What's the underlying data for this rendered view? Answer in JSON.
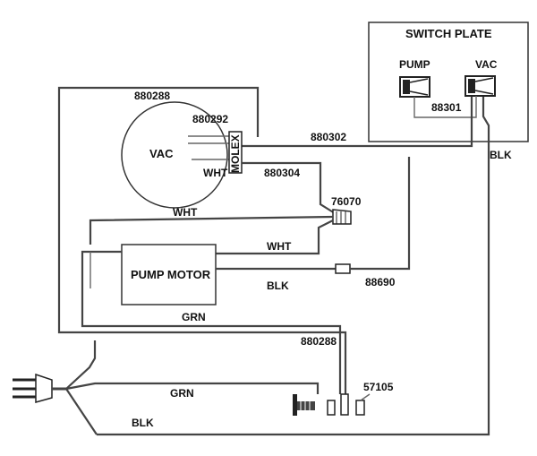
{
  "labels": {
    "switch_plate": "SWITCH PLATE",
    "pump": "PUMP",
    "vac_switch": "VAC",
    "part_88301": "88301",
    "blk_right": "BLK",
    "part_880288_top": "880288",
    "part_880292": "880292",
    "vac_motor": "VAC",
    "molex": "MOLEX",
    "wht_vac": "WHT",
    "part_880302": "880302",
    "part_880304": "880304",
    "part_76070": "76070",
    "wht_top": "WHT",
    "wht_pump": "WHT",
    "pump_motor": "PUMP MOTOR",
    "blk_pump": "BLK",
    "part_88690": "88690",
    "grn_mid": "GRN",
    "part_880288_bottom": "880288",
    "part_57105": "57105",
    "grn_cord": "GRN",
    "blk_cord": "BLK"
  }
}
